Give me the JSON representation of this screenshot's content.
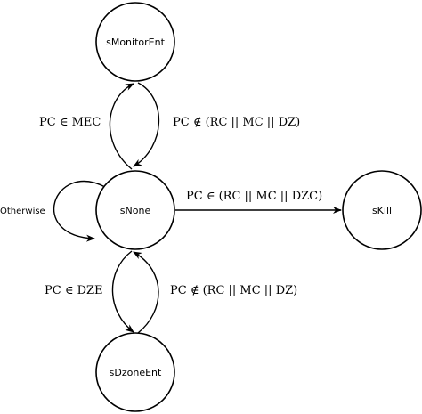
{
  "states": {
    "monitor": "sMonitorEnt",
    "none": "sNone",
    "kill": "sKill",
    "dzone": "sDzoneEnt",
    "otherwise": "Otherwise"
  },
  "transitions": {
    "none_to_monitor": "PC ∈ MEC",
    "monitor_to_none": "PC ∉ (RC || MC || DZ)",
    "none_to_kill": "PC ∈ (RC || MC || DZC)",
    "none_to_dzone": "PC ∈ DZE",
    "dzone_to_none": "PC ∉ (RC || MC || DZ)"
  },
  "colors": {
    "stroke": "#000000",
    "background": "#ffffff"
  }
}
